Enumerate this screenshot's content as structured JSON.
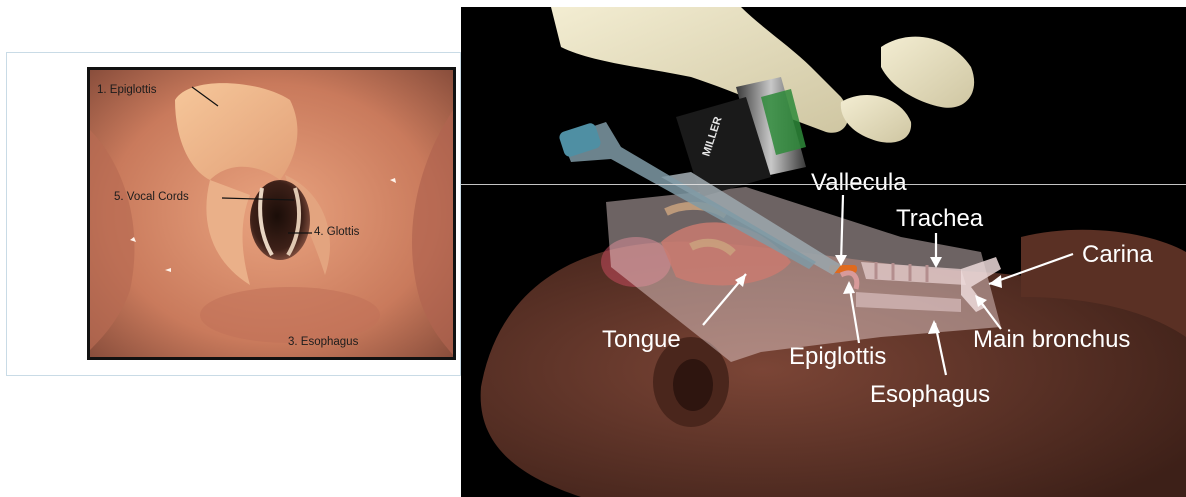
{
  "endoscopic_view": {
    "labels": {
      "epiglottis": "1. Epiglottis",
      "vocal_cords": "5. Vocal Cords",
      "glottis": "4. Glottis",
      "esophagus": "3. Esophagus"
    }
  },
  "sagittal_view": {
    "labels": {
      "vallecula": "Vallecula",
      "trachea": "Trachea",
      "carina": "Carina",
      "tongue": "Tongue",
      "epiglottis": "Epiglottis",
      "main_bronchus": "Main bronchus",
      "esophagus": "Esophagus"
    },
    "instrument_text": "MILLER"
  },
  "colors": {
    "endoscopic_tissue": "#d98a6a",
    "sagittal_background": "#000000",
    "glove": "#e9e2c3",
    "skin": "#6b3b2c",
    "vallecula_marker": "#e06a1e"
  }
}
